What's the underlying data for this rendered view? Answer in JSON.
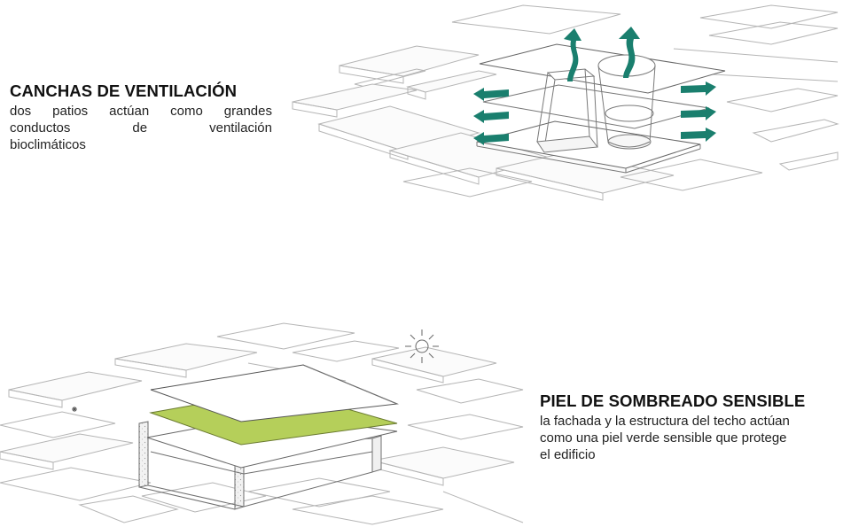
{
  "ventilation": {
    "title": "CANCHAS DE VENTILACIÓN",
    "line1": "dos patios actúan como grandes",
    "line2": "conductos de ventilación",
    "line3": "bioclimáticos"
  },
  "shading": {
    "title": "PIEL DE SOMBREADO SENSIBLE",
    "line1": "la fachada y la estructura del techo actúan",
    "line2": "como una piel verde sensible que protege",
    "line3": "el edificio"
  },
  "colors": {
    "airflow_arrow": "#1a7f6e",
    "green_skin": "#b5cf5a",
    "linework": "#9a9a9a"
  },
  "icons": [
    "sun-icon",
    "airflow-arrow-up-icon",
    "airflow-arrow-side-icon"
  ]
}
